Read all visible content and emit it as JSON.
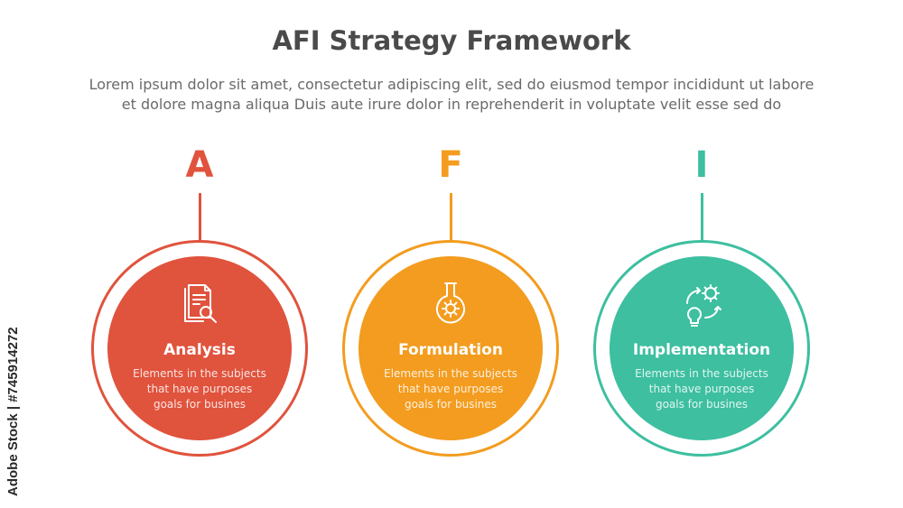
{
  "title": "AFI Strategy Framework",
  "subtitle": {
    "line1": "Lorem ipsum dolor sit amet, consectetur adipiscing elit, sed do eiusmod tempor incididunt ut labore",
    "line2": "et dolore magna aliqua Duis aute irure dolor in reprehenderit in voluptate velit esse sed do"
  },
  "steps": [
    {
      "letter": "A",
      "title": "Analysis",
      "desc": [
        "Elements in the subjects",
        "that have purposes",
        "goals for busines"
      ],
      "icon": "document-search-icon",
      "color": "#e0533d"
    },
    {
      "letter": "F",
      "title": "Formulation",
      "desc": [
        "Elements in the subjects",
        "that have purposes",
        "goals for busines"
      ],
      "icon": "flask-gear-icon",
      "color": "#f39c1f"
    },
    {
      "letter": "I",
      "title": "Implementation",
      "desc": [
        "Elements in the subjects",
        "that have purposes",
        "goals for busines"
      ],
      "icon": "idea-gear-cycle-icon",
      "color": "#3dbfa0"
    }
  ],
  "watermark": "Adobe Stock | #745914272"
}
